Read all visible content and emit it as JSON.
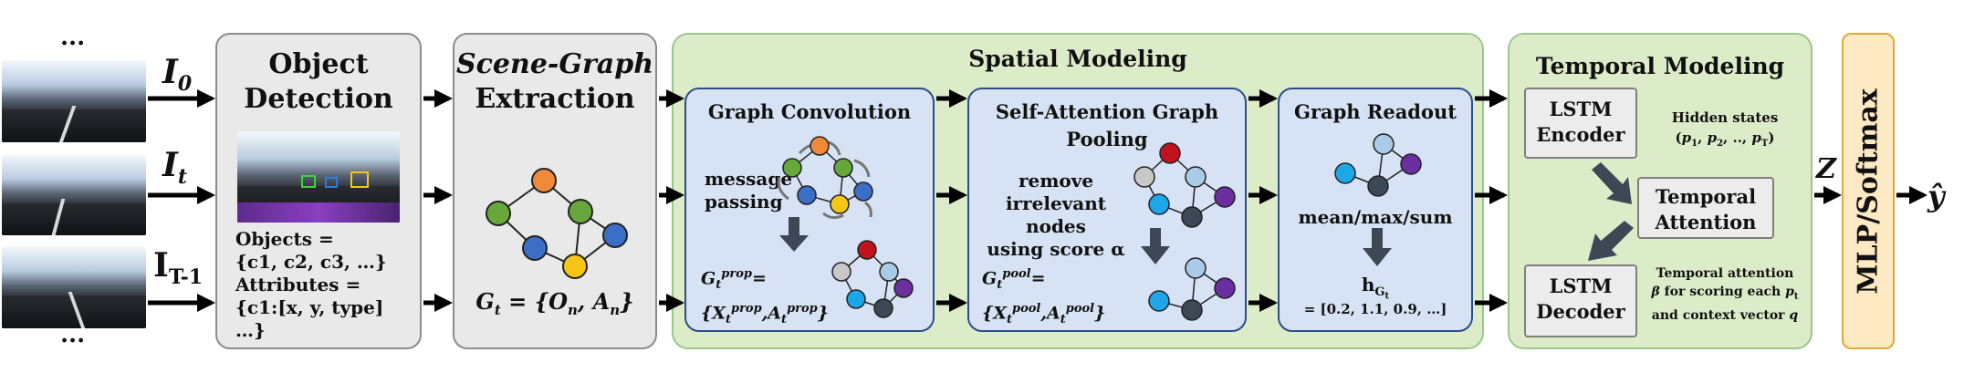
{
  "inputs": {
    "ellipsis_top": "...",
    "ellipsis_bottom": "...",
    "frame_labels": [
      {
        "base": "I",
        "sub": "0"
      },
      {
        "base": "I",
        "sub": "t"
      },
      {
        "base": "I",
        "sub": "T-1"
      }
    ]
  },
  "object_detection": {
    "title_line1": "Object",
    "title_line2": "Detection",
    "text_lines": [
      "Objects =",
      "{c1, c2, c3, …}",
      "Attributes =",
      "{c1:[x, y, type] …}"
    ]
  },
  "scene_graph": {
    "title_line1": "Scene-Graph",
    "title_line2": "Extraction",
    "formula": "G_t = {O_n, A_n}"
  },
  "spatial": {
    "title": "Spatial Modeling",
    "graph_conv": {
      "title": "Graph Convolution",
      "text_lines": [
        "message",
        "passing"
      ],
      "formula_line1": "G_t^prop=",
      "formula_line2": "{X_t^prop, A_t^prop}"
    },
    "pooling": {
      "title_line1": "Self-Attention Graph",
      "title_line2": "Pooling",
      "text_lines": [
        "remove",
        "irrelevant nodes",
        "using score α"
      ],
      "formula_line1": "G_t^pool=",
      "formula_line2": "{X_t^pool, A_t^pool}"
    },
    "readout": {
      "title": "Graph Readout",
      "text": "mean/max/sum",
      "h_label": "h_Gt",
      "vector": "= [0.2, 1.1, 0.9, …]"
    }
  },
  "temporal": {
    "title": "Temporal Modeling",
    "encoder_line1": "LSTM",
    "encoder_line2": "Encoder",
    "hidden_line1": "Hidden states",
    "hidden_line2": "(p1, p2, .., pT)",
    "attention_line1": "Temporal",
    "attention_line2": "Attention",
    "decoder_line1": "LSTM",
    "decoder_line2": "Decoder",
    "note_line1": "Temporal attention",
    "note_line2": "β for scoring each p_t",
    "note_line3": "and context vector q"
  },
  "z_label": "Z",
  "mlp_label": "MLP/Softmax",
  "output_label": "ŷ",
  "colors": {
    "gray_fill": "#e9e9e9",
    "green_fill": "#dcecc9",
    "blue_fill": "#d7e2f4",
    "blue_border": "#2c4d8a",
    "orange_fill": "#fde9c2",
    "node_orange": "#f08a3a",
    "node_green": "#67a83a",
    "node_blue": "#3b6fc7",
    "node_yellow": "#f5c518",
    "node_red": "#c1121f",
    "node_cyan": "#1ea7e8",
    "node_purple": "#6b2fa0",
    "node_lightblue": "#a9cbe8",
    "node_gray": "#c8c8c8",
    "node_dark": "#3d4756"
  }
}
